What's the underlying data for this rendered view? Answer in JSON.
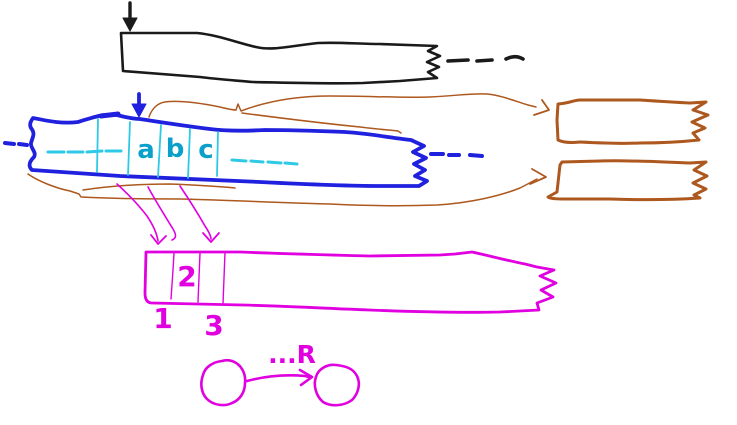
{
  "colors": {
    "background": "#ffffff",
    "black": "#1a1a1a",
    "blue": "#2020df",
    "cyan_line": "#2fc9e8",
    "cyan_text": "#0aa0ca",
    "brown": "#ad581e",
    "magenta": "#e000e0"
  },
  "labels": {
    "segment_a": "a",
    "segment_b": "b",
    "segment_c": "c",
    "cell_2": "2",
    "tick_1": "1",
    "tick_3": "3",
    "relation": "...R"
  }
}
